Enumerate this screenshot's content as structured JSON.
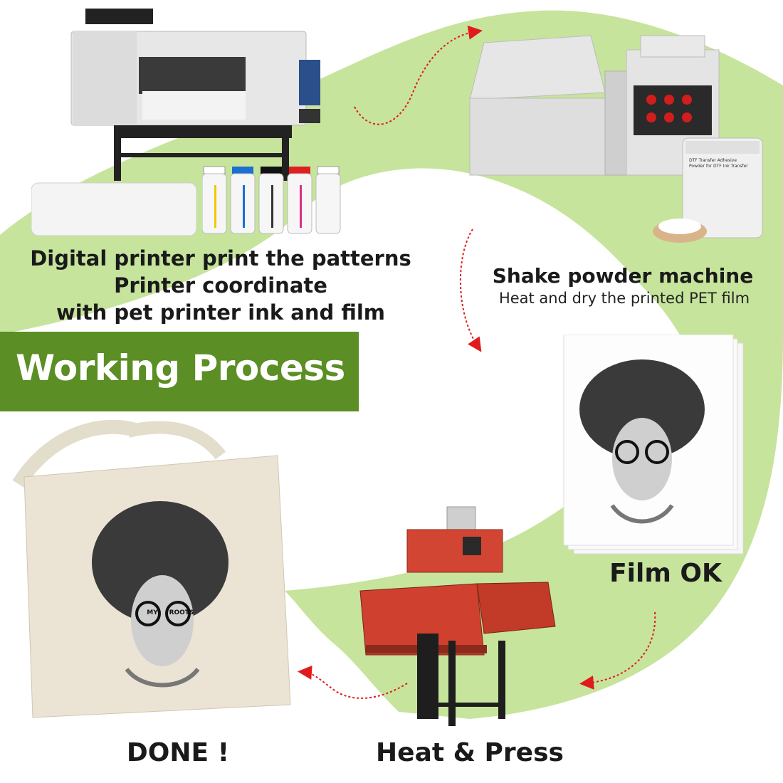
{
  "colors": {
    "swirl_green": "#c6e49c",
    "banner_green": "#5b8e24",
    "arrow_red": "#e01b1b",
    "press_red": "#d0402e"
  },
  "banner": {
    "title": "Working Process"
  },
  "steps": {
    "printer": {
      "line1": "Digital printer print the patterns",
      "line2": "Printer coordinate",
      "line3": "with pet printer ink and film"
    },
    "shaker": {
      "title": "Shake powder machine",
      "subtitle": "Heat and dry the printed PET film"
    },
    "film": {
      "label": "Film OK"
    },
    "press": {
      "label": "Heat & Press"
    },
    "done": {
      "label": "DONE !"
    }
  },
  "powder_bag": {
    "label_line1": "DTF Transfer Adhesive",
    "label_line2": "Powder for DTF Ink Transfer"
  },
  "print_art": {
    "glasses_text_left": "MY",
    "glasses_text_right": "ROOTS"
  }
}
